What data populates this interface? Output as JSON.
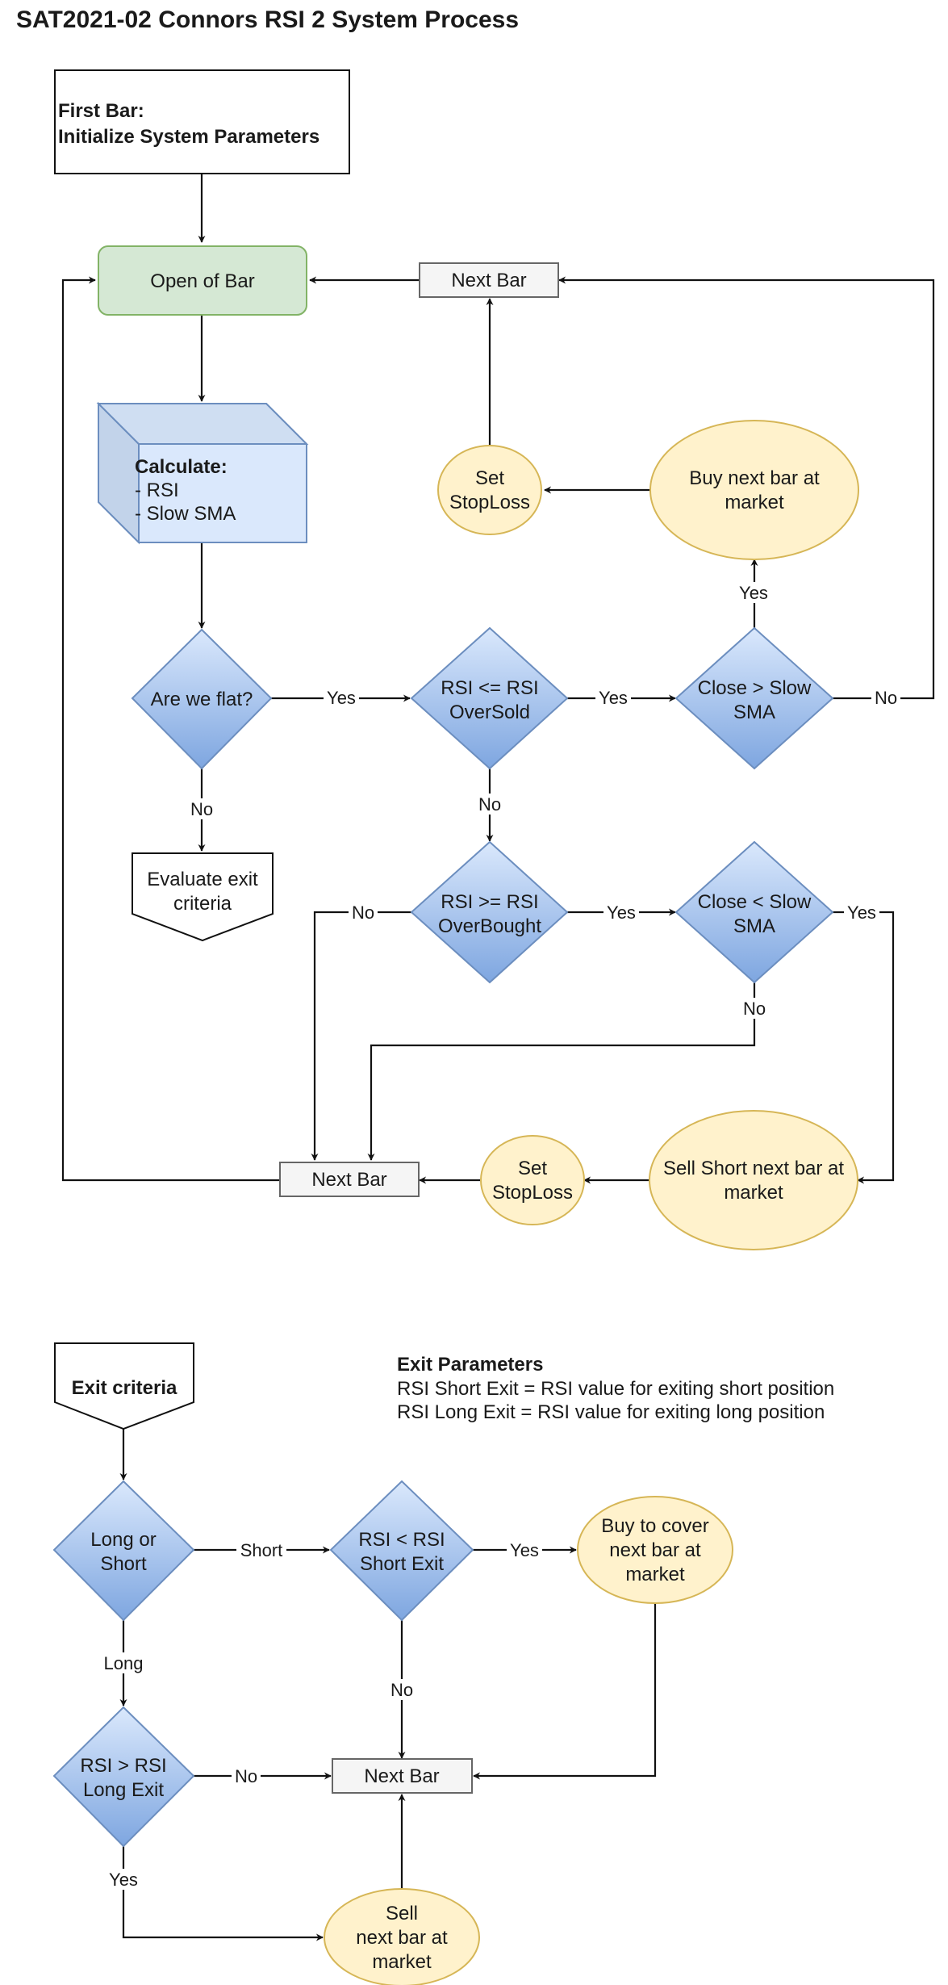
{
  "title": "SAT2021-02 Connors RSI 2 System Process",
  "nodes": {
    "init": {
      "line1": "First Bar:",
      "line2": "Initialize System Parameters"
    },
    "open_bar": "Open of Bar",
    "next_bar_top": "Next Bar",
    "calculate": {
      "line1": "Calculate:",
      "line2": "- RSI",
      "line3": "- Slow SMA"
    },
    "set_stoploss_top": {
      "line1": "Set",
      "line2": "StopLoss"
    },
    "buy_next_bar": {
      "line1": "Buy next bar at",
      "line2": "market"
    },
    "are_we_flat": "Are we flat?",
    "rsi_oversold": {
      "line1": "RSI <= RSI",
      "line2": "OverSold"
    },
    "close_gt_sma": {
      "line1": "Close > Slow",
      "line2": "SMA"
    },
    "evaluate_exit": {
      "line1": "Evaluate exit",
      "line2": "criteria"
    },
    "rsi_overbought": {
      "line1": "RSI >= RSI",
      "line2": "OverBought"
    },
    "close_lt_sma": {
      "line1": "Close < Slow",
      "line2": "SMA"
    },
    "next_bar_mid": "Next Bar",
    "set_stoploss_bottom": {
      "line1": "Set",
      "line2": "StopLoss"
    },
    "sell_short": {
      "line1": "Sell Short next bar at",
      "line2": "market"
    },
    "exit_criteria": "Exit criteria",
    "long_or_short": {
      "line1": "Long or",
      "line2": "Short"
    },
    "rsi_short_exit": {
      "line1": "RSI < RSI",
      "line2": "Short Exit"
    },
    "buy_to_cover": {
      "line1": "Buy to cover",
      "line2": "next bar at",
      "line3": "market"
    },
    "rsi_long_exit": {
      "line1": "RSI > RSI",
      "line2": "Long Exit"
    },
    "next_bar_bottom": "Next Bar",
    "sell_next_bar": {
      "line1": "Sell",
      "line2": "next bar at",
      "line3": "market"
    }
  },
  "edge_labels": {
    "flat_yes": "Yes",
    "flat_no": "No",
    "oversold_yes": "Yes",
    "oversold_no": "No",
    "close_gt_yes": "Yes",
    "close_gt_no": "No",
    "overbought_no": "No",
    "overbought_yes": "Yes",
    "close_lt_yes": "Yes",
    "close_lt_no": "No",
    "los_short": "Short",
    "los_long": "Long",
    "short_exit_yes": "Yes",
    "short_exit_no": "No",
    "long_exit_no": "No",
    "long_exit_yes": "Yes"
  },
  "exit_parameters": {
    "heading": "Exit Parameters",
    "line1": "RSI Short Exit = RSI value for exiting short position",
    "line2": "RSI Long Exit = RSI value for exiting long position"
  },
  "colors": {
    "green_fill": "#d5e8d4",
    "green_stroke": "#82b366",
    "blue_fill": "#dae8fc",
    "blue_stroke": "#6c8ebf",
    "yellow_fill": "#fff2cc",
    "yellow_stroke": "#d6b656",
    "grey_fill": "#f5f5f5",
    "grey_stroke": "#666666"
  }
}
